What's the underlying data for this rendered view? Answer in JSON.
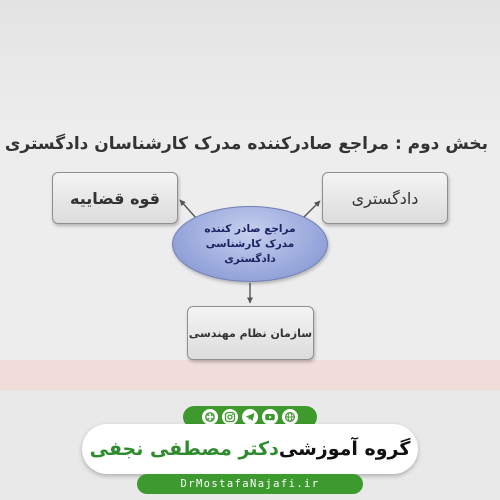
{
  "diagram": {
    "title": "بخش دوم : مراجع صادرکننده مدرک کارشناسان دادگستری",
    "center_node": {
      "lines": [
        "مراجع صادر کننده",
        "مدرک کارشناسی",
        "دادگستری"
      ]
    },
    "nodes": {
      "left": "قوه قضاییه",
      "right": "دادگستری",
      "bottom": "سازمان نظام مهندسی"
    }
  },
  "footer": {
    "brand_part1": "گروه آموزشی ",
    "brand_part2": "دکتر مصطفی نجفی",
    "url": "DrMostafaNajafi.ir",
    "social_icons": [
      "globe-icon",
      "youtube-icon",
      "telegram-icon",
      "instagram-icon",
      "aparat-icon"
    ]
  },
  "colors": {
    "node_border": "#8f8f8f",
    "center_fill": "#9aa9dc",
    "center_text": "#1c2260",
    "brand_green": "#3f9a2e",
    "accent_band": "#f0dcd8"
  }
}
